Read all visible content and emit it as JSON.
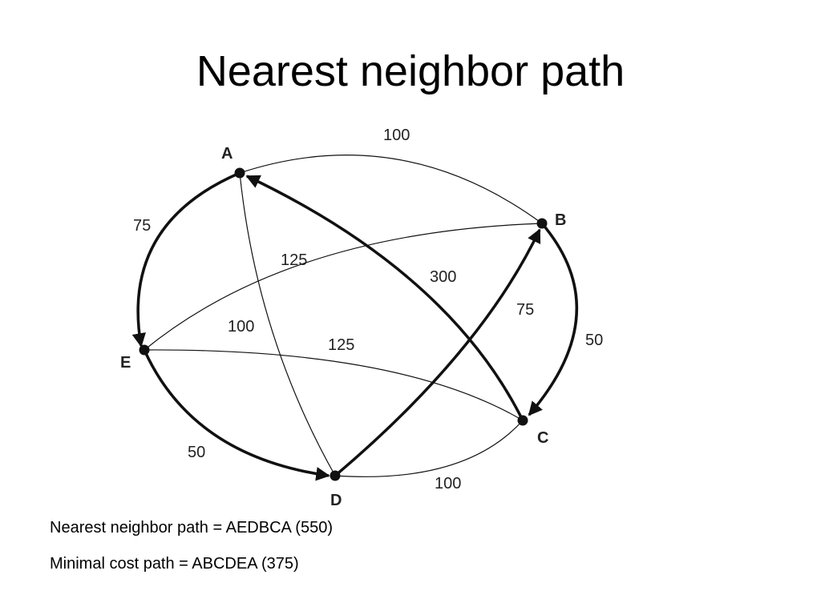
{
  "title": "Nearest neighbor path",
  "nodes": [
    {
      "id": "A",
      "label": "A"
    },
    {
      "id": "B",
      "label": "B"
    },
    {
      "id": "C",
      "label": "C"
    },
    {
      "id": "D",
      "label": "D"
    },
    {
      "id": "E",
      "label": "E"
    }
  ],
  "edges": [
    {
      "id": "AB",
      "from": "A",
      "to": "B",
      "weight": "100",
      "bold": false,
      "arrow": false
    },
    {
      "id": "AE",
      "from": "A",
      "to": "E",
      "weight": "75",
      "bold": true,
      "arrow": true
    },
    {
      "id": "AD",
      "from": "A",
      "to": "D",
      "weight": "100",
      "bold": false,
      "arrow": false
    },
    {
      "id": "CA",
      "from": "C",
      "to": "A",
      "weight": "300",
      "bold": true,
      "arrow": true
    },
    {
      "id": "BE",
      "from": "B",
      "to": "E",
      "weight": "125",
      "bold": false,
      "arrow": false
    },
    {
      "id": "BC",
      "from": "B",
      "to": "C",
      "weight": "50",
      "bold": true,
      "arrow": true
    },
    {
      "id": "DB",
      "from": "D",
      "to": "B",
      "weight": "75",
      "bold": true,
      "arrow": true
    },
    {
      "id": "EC",
      "from": "E",
      "to": "C",
      "weight": "125",
      "bold": false,
      "arrow": false
    },
    {
      "id": "ED",
      "from": "E",
      "to": "D",
      "weight": "50",
      "bold": true,
      "arrow": true
    },
    {
      "id": "DC",
      "from": "D",
      "to": "C",
      "weight": "100",
      "bold": false,
      "arrow": false
    }
  ],
  "captions": {
    "nearest_neighbor": "Nearest neighbor path = AEDBCA (550)",
    "minimal_cost": "Minimal cost path = ABCDEA (375)"
  }
}
